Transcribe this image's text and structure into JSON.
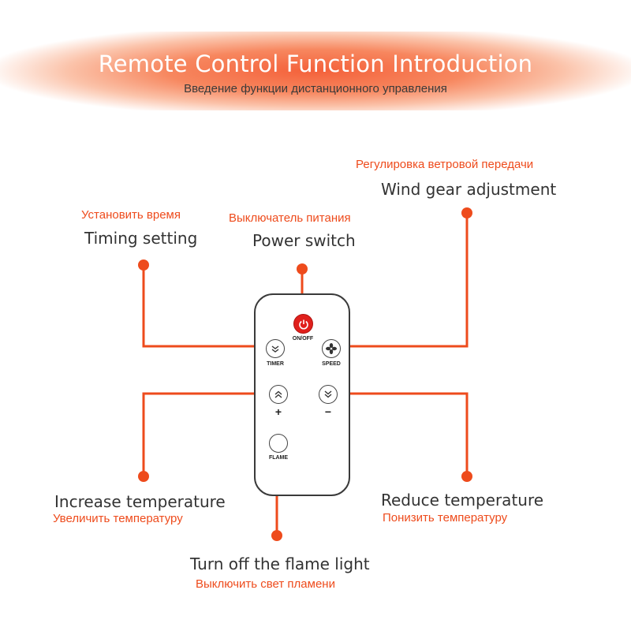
{
  "header": {
    "title": "Remote Control Function Introduction",
    "subtitle": "Введение функции дистанционного управления"
  },
  "callouts": {
    "wind": {
      "ru": "Регулировка ветровой передачи",
      "en": "Wind gear adjustment"
    },
    "timing": {
      "ru": "Установить время",
      "en": "Timing setting"
    },
    "power": {
      "ru": "Выключатель питания",
      "en": "Power switch"
    },
    "increase": {
      "en": "Increase temperature",
      "ru": "Увеличить температуру"
    },
    "reduce": {
      "en": "Reduce temperature",
      "ru": "Понизить температуру"
    },
    "flame": {
      "en": "Turn off the flame light",
      "ru": "Выключить свет пламени"
    }
  },
  "remote": {
    "onoff_label": "ON/OFF",
    "timer_label": "TIMER",
    "speed_label": "SPEED",
    "plus_label": "+",
    "minus_label": "−",
    "flame_label": "FLAME"
  },
  "colors": {
    "accent": "#ee4b1c",
    "power_button": "#e0201c",
    "banner": "#f4613a"
  }
}
